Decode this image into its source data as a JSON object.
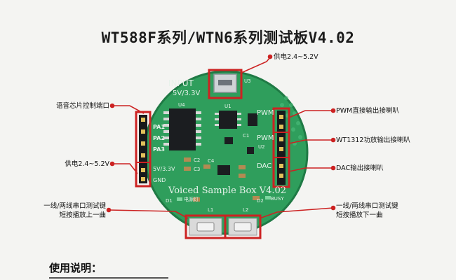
{
  "title": "WT588F系列/WTN6系列测试板V4.02",
  "board": {
    "input_label": "INPUT",
    "voltage_label": "5V/3.3V",
    "name_label": "Voiced Sample Box V4.02",
    "pins_left": [
      "PA1",
      "PA2",
      "PA3",
      "5V/3.3V",
      "GND"
    ],
    "pins_right": [
      "PWM",
      "PWM",
      "DAC"
    ],
    "chip_labels": [
      "U4",
      "U1",
      "U2",
      "U3",
      "C1",
      "C2",
      "C3",
      "C4",
      "D1",
      "D2",
      "L1",
      "L2"
    ],
    "led_labels": [
      "电源灯",
      "BUSY"
    ],
    "colors": {
      "pcb": "#2f9e5c",
      "pcb_light": "#49b878",
      "callout": "#cc2222"
    }
  },
  "callouts": {
    "power_top": "供电2.4~5.2V",
    "voice_port": "语音芯片控制端口",
    "power_left": "供电2.4~5.2V",
    "pwm_direct": "PWM直接输出接喇叭",
    "wt1312": "WT1312功放输出接喇叭",
    "dac": "DAC输出接喇叭",
    "btn_left_1": "一线/两线串口测试键",
    "btn_left_2": "短按播放上一曲",
    "btn_right_1": "一线/两线串口测试键",
    "btn_right_2": "短按播放下一曲"
  },
  "section": {
    "heading": "使用说明："
  }
}
